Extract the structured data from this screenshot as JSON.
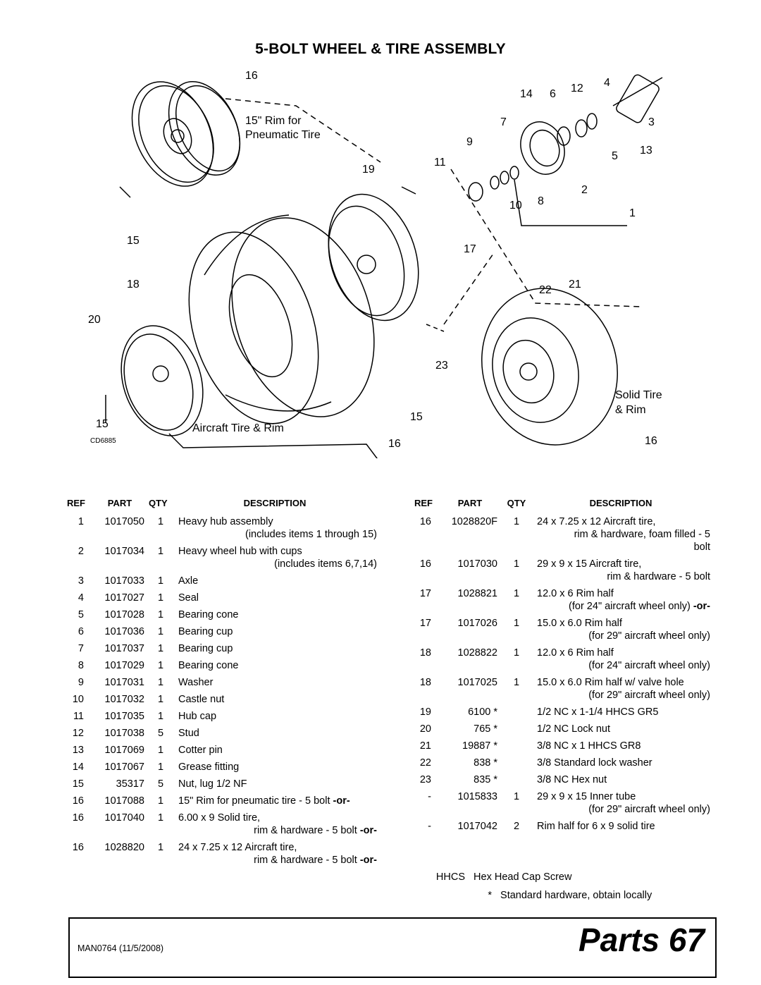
{
  "title": "5-BOLT WHEEL & TIRE ASSEMBLY",
  "diagram": {
    "callouts": [
      "16",
      "15\" Rim for",
      "Pneumatic Tire",
      "14",
      "6",
      "12",
      "4",
      "7",
      "3",
      "9",
      "5",
      "13",
      "11",
      "19",
      "2",
      "10",
      "8",
      "1",
      "15",
      "17",
      "18",
      "22",
      "21",
      "20",
      "23",
      "Solid Tire",
      "& Rim",
      "15",
      "16",
      "15",
      "Aircraft Tire & Rim",
      "16"
    ],
    "code": "CD6885"
  },
  "table_headers": {
    "ref": "REF",
    "part": "PART",
    "qty": "QTY",
    "description": "DESCRIPTION"
  },
  "left_parts": [
    {
      "ref": "1",
      "part": "1017050",
      "qty": "1",
      "desc": "Heavy hub assembly",
      "desc2": "(includes items 1 through 15)"
    },
    {
      "ref": "2",
      "part": "1017034",
      "qty": "1",
      "desc": "Heavy wheel hub with cups",
      "desc2": "(includes items 6,7,14)"
    },
    {
      "ref": "3",
      "part": "1017033",
      "qty": "1",
      "desc": "Axle"
    },
    {
      "ref": "4",
      "part": "1017027",
      "qty": "1",
      "desc": "Seal"
    },
    {
      "ref": "5",
      "part": "1017028",
      "qty": "1",
      "desc": "Bearing cone"
    },
    {
      "ref": "6",
      "part": "1017036",
      "qty": "1",
      "desc": "Bearing cup"
    },
    {
      "ref": "7",
      "part": "1017037",
      "qty": "1",
      "desc": "Bearing cup"
    },
    {
      "ref": "8",
      "part": "1017029",
      "qty": "1",
      "desc": "Bearing cone"
    },
    {
      "ref": "9",
      "part": "1017031",
      "qty": "1",
      "desc": "Washer"
    },
    {
      "ref": "10",
      "part": "1017032",
      "qty": "1",
      "desc": "Castle nut"
    },
    {
      "ref": "11",
      "part": "1017035",
      "qty": "1",
      "desc": "Hub cap"
    },
    {
      "ref": "12",
      "part": "1017038",
      "qty": "5",
      "desc": "Stud"
    },
    {
      "ref": "13",
      "part": "1017069",
      "qty": "1",
      "desc": "Cotter pin"
    },
    {
      "ref": "14",
      "part": "1017067",
      "qty": "1",
      "desc": "Grease fitting"
    },
    {
      "ref": "15",
      "part": "35317",
      "qty": "5",
      "desc": "Nut, lug 1/2 NF"
    },
    {
      "ref": "16",
      "part": "1017088",
      "qty": "1",
      "desc": "15\" Rim for pneumatic tire - 5 bolt ",
      "or": "-or-"
    },
    {
      "ref": "16",
      "part": "1017040",
      "qty": "1",
      "desc": "6.00 x 9 Solid tire,",
      "desc2": "rim & hardware - 5 bolt ",
      "or": "-or-"
    },
    {
      "ref": "16",
      "part": "1028820",
      "qty": "1",
      "desc": "24 x 7.25 x 12 Aircraft tire,",
      "desc2": "rim & hardware - 5 bolt ",
      "or": "-or-"
    }
  ],
  "right_parts": [
    {
      "ref": "16",
      "part": "1028820F",
      "qty": "1",
      "desc": "24 x 7.25 x 12 Aircraft tire,",
      "desc2": "rim & hardware, foam filled - 5 bolt"
    },
    {
      "ref": "16",
      "part": "1017030",
      "qty": "1",
      "desc": "29 x 9 x 15 Aircraft tire,",
      "desc2": "rim & hardware - 5 bolt"
    },
    {
      "ref": "17",
      "part": "1028821",
      "qty": "1",
      "desc": "12.0 x 6 Rim half",
      "desc2": "(for 24\" aircraft wheel only) ",
      "or": "-or-"
    },
    {
      "ref": "17",
      "part": "1017026",
      "qty": "1",
      "desc": "15.0 x 6.0 Rim half",
      "desc2": "(for 29\" aircraft wheel only)"
    },
    {
      "ref": "18",
      "part": "1028822",
      "qty": "1",
      "desc": "12.0 x 6 Rim half",
      "desc2": "(for 24\" aircraft wheel only)"
    },
    {
      "ref": "18",
      "part": "1017025",
      "qty": "1",
      "desc": "15.0 x 6.0 Rim half w/ valve hole",
      "desc2": "(for 29\" aircraft wheel only)"
    },
    {
      "ref": "19",
      "part": "6100 *",
      "qty": "",
      "desc": "1/2 NC x 1-1/4 HHCS GR5"
    },
    {
      "ref": "20",
      "part": "765 *",
      "qty": "",
      "desc": "1/2 NC Lock nut"
    },
    {
      "ref": "21",
      "part": "19887 *",
      "qty": "",
      "desc": "3/8 NC x 1 HHCS GR8"
    },
    {
      "ref": "22",
      "part": "838 *",
      "qty": "",
      "desc": "3/8 Standard lock washer"
    },
    {
      "ref": "23",
      "part": "835 *",
      "qty": "",
      "desc": "3/8 NC Hex nut"
    },
    {
      "ref": "-",
      "part": "1015833",
      "qty": "1",
      "desc": "29 x 9 x 15 Inner tube",
      "desc2": "(for 29\" aircraft wheel only)"
    },
    {
      "ref": "-",
      "part": "1017042",
      "qty": "2",
      "desc": "Rim half for 6 x 9 solid tire"
    }
  ],
  "legend": [
    {
      "key": "HHCS",
      "value": "Hex Head Cap Screw"
    },
    {
      "key": "*",
      "value": "Standard hardware, obtain locally"
    }
  ],
  "footer": {
    "doc": "MAN0764 (11/5/2008)",
    "section": "Parts",
    "page": "67"
  }
}
